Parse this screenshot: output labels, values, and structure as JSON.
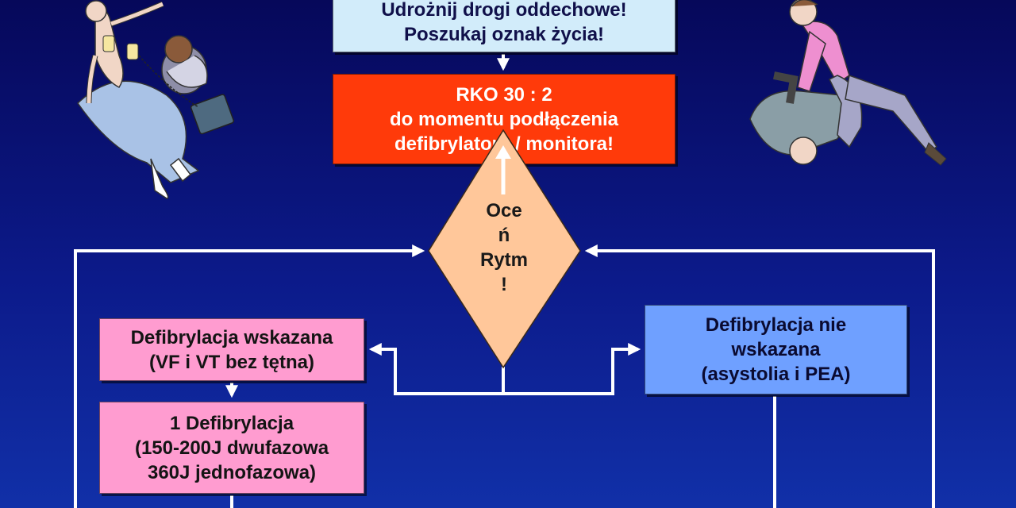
{
  "boxes": {
    "airway": [
      "Udrożnij drogi oddechowe!",
      "Poszukaj oznak życia!"
    ],
    "cpr": [
      "RKO 30 : 2",
      "do momentu podłączenia",
      "defibrylatora / monitora!"
    ],
    "assess": [
      "Oce",
      "ń",
      "Rytm",
      "!"
    ],
    "shockable": [
      "Defibrylacja wskazana",
      "(VF i VT bez tętna)"
    ],
    "defibrillation": [
      "1 Defibrylacja",
      "(150-200J dwufazowa",
      "360J jednofazowa)"
    ],
    "non_shockable": [
      "Defibrylacja nie",
      "wskazana",
      "(asystolia i PEA)"
    ]
  },
  "colors": {
    "background": "#0c1a8a",
    "airway_box": "#d2ecfa",
    "cpr_box": "#ff3a0a",
    "assess_diamond": "#ffc79a",
    "shockable_box": "#ff9cd0",
    "non_shockable_box": "#6fa0ff",
    "arrow": "#ffffff"
  },
  "illustrations": {
    "left": "aed-pads-illustration",
    "right": "chest-compression-illustration"
  }
}
